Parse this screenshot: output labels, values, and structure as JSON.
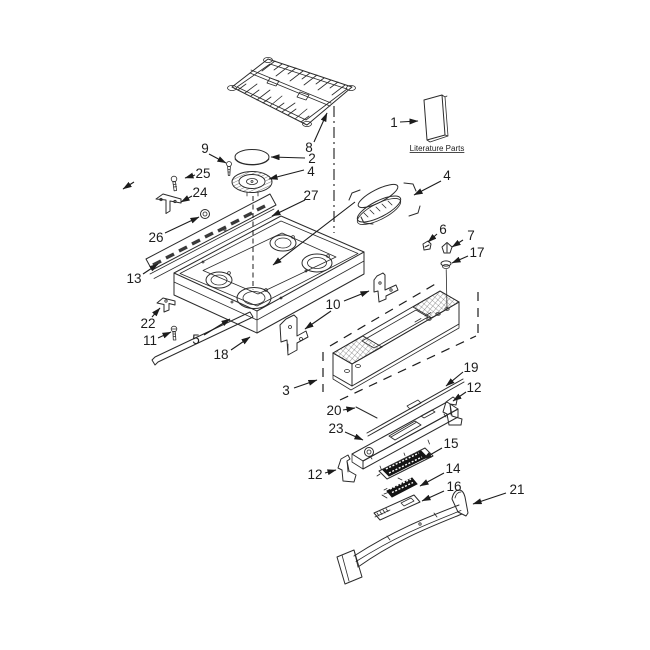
{
  "page": {
    "background": "#ffffff"
  },
  "diagram": {
    "type": "exploded-parts-diagram",
    "subject": "gas range cooktop parts",
    "literature_label": "Literature Parts",
    "line_color": "#2b2b2b",
    "text_color": "#1c1c1c",
    "callouts": [
      {
        "label": "1"
      },
      {
        "label": "9"
      },
      {
        "label": "8"
      },
      {
        "label": "2"
      },
      {
        "label": "4"
      },
      {
        "label": "25"
      },
      {
        "label": "24"
      },
      {
        "label": "27"
      },
      {
        "label": "4"
      },
      {
        "label": "26"
      },
      {
        "label": "6"
      },
      {
        "label": "7"
      },
      {
        "label": "17"
      },
      {
        "label": "13"
      },
      {
        "label": "10"
      },
      {
        "label": "22"
      },
      {
        "label": "11"
      },
      {
        "label": "5"
      },
      {
        "label": "18"
      },
      {
        "label": "3"
      },
      {
        "label": "19"
      },
      {
        "label": "12"
      },
      {
        "label": "20"
      },
      {
        "label": "23"
      },
      {
        "label": "12"
      },
      {
        "label": "15"
      },
      {
        "label": "14"
      },
      {
        "label": "16"
      },
      {
        "label": "21"
      }
    ]
  }
}
